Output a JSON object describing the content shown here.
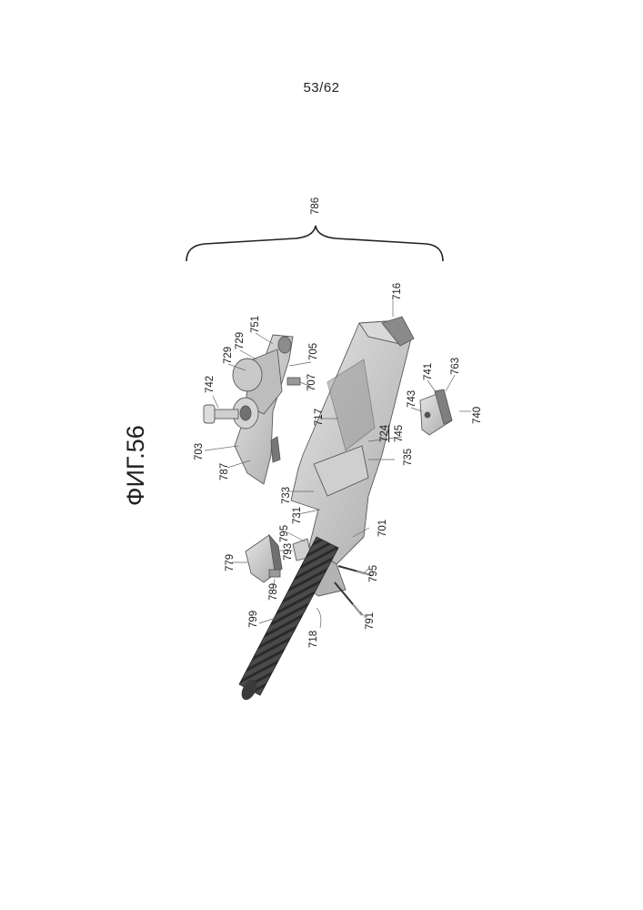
{
  "page_number": "53/62",
  "figure_title": "ФИГ.56",
  "labels": {
    "l786": "786",
    "l716": "716",
    "l751": "751",
    "l729a": "729",
    "l729b": "729",
    "l742": "742",
    "l705": "705",
    "l707": "707",
    "l717": "717",
    "l724": "724",
    "l741": "741",
    "l763": "763",
    "l743": "743",
    "l745": "745",
    "l740": "740",
    "l703": "703",
    "l787": "787",
    "l735": "735",
    "l733": "733",
    "l731": "731",
    "l795a": "795",
    "l793": "793",
    "l779": "779",
    "l701": "701",
    "l795b": "795",
    "l789": "789",
    "l799": "799",
    "l791": "791",
    "l718": "718"
  }
}
